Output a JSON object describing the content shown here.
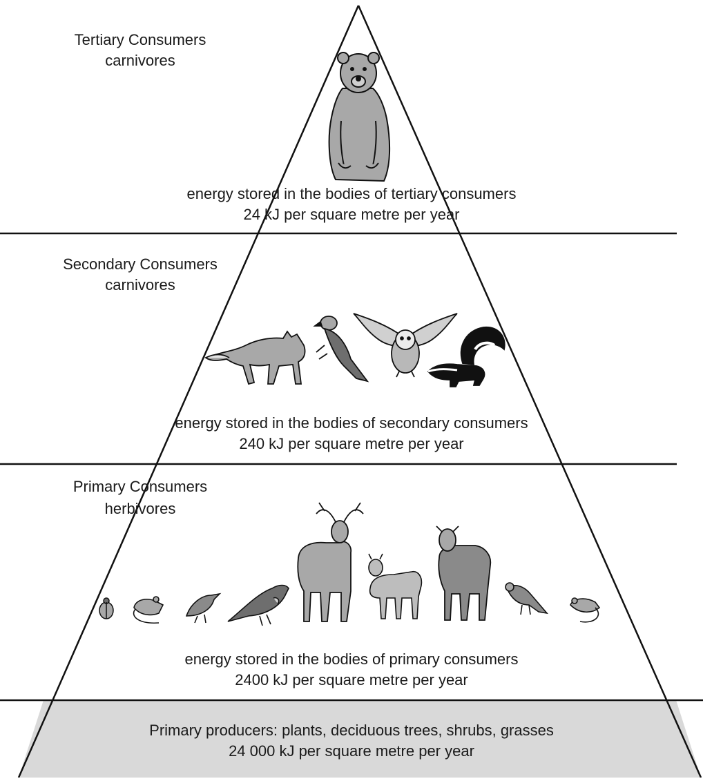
{
  "diagram": {
    "tiers": [
      {
        "id": "tertiary",
        "title": "Tertiary Consumers",
        "subtitle": "carnivores",
        "energy_line1": "energy stored in the bodies of tertiary consumers",
        "energy_line2": "24 kJ per square metre per year",
        "energy_kj": 24,
        "animals": [
          "bear"
        ]
      },
      {
        "id": "secondary",
        "title": "Secondary Consumers",
        "subtitle": "carnivores",
        "energy_line1": "energy stored in the bodies of secondary consumers",
        "energy_line2": "240 kJ per square metre per year",
        "energy_kj": 240,
        "animals": [
          "fox",
          "woodpecker",
          "owl",
          "skunk"
        ]
      },
      {
        "id": "primary",
        "title": "Primary Consumers",
        "subtitle": "herbivores",
        "energy_line1": "energy stored in the bodies of primary consumers",
        "energy_line2": "2400 kJ per square metre per year",
        "energy_kj": 2400,
        "animals": [
          "beetle",
          "mouse",
          "sparrow",
          "thrush",
          "stag",
          "fawn",
          "doe",
          "robin",
          "mouse"
        ]
      },
      {
        "id": "producers",
        "line1": "Primary producers: plants, deciduous trees, shrubs, grasses",
        "line2": "24 000 kJ per square metre per year",
        "energy_kj": 24000
      }
    ],
    "colors": {
      "outline": "#111111",
      "animal_fill": "#a8a8a8",
      "animal_dark": "#6e6e6e",
      "producer_band": "#d9d9d9"
    }
  }
}
